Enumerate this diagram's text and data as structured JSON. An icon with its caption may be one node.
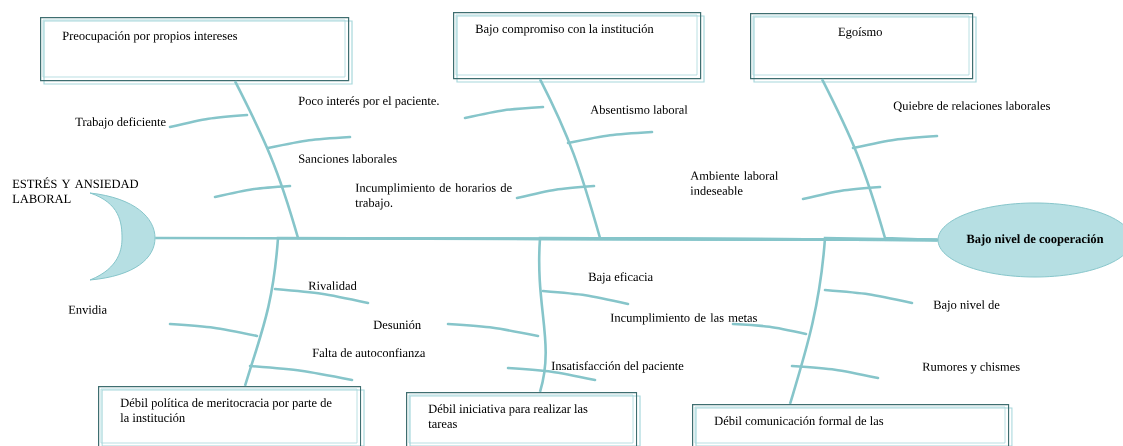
{
  "diagram": {
    "nodes": [
      {
        "text": [
          "Preocupación por propios intereses"
        ]
      },
      {
        "text": [
          "Bajo compromiso con la institución"
        ]
      },
      {
        "text": [
          "Egoísmo"
        ]
      },
      {
        "text": [],
        "shape": "crescent",
        "beside": [
          "ESTRÉS Y ANSIEDAD LABORAL"
        ]
      },
      {
        "text": [
          "Bajo nivel de cooperación"
        ]
      },
      {
        "text": [
          "Débil política de meritocracia por parte de la institución"
        ]
      },
      {
        "text": [
          "Débil iniciativa para realizar las tareas"
        ]
      },
      {
        "text": [
          "Débil comunicación formal de las"
        ]
      }
    ],
    "edges": [
      {
        "from": 3,
        "to": 4,
        "arrow": "none"
      },
      {
        "from": 0,
        "to": 4,
        "arrow": "none"
      },
      {
        "from": 1,
        "to": 4,
        "arrow": "none"
      },
      {
        "from": 2,
        "to": 4,
        "arrow": "none"
      },
      {
        "from": 5,
        "to": 4,
        "arrow": "none"
      },
      {
        "from": 6,
        "to": 4,
        "arrow": "none"
      },
      {
        "from": 7,
        "to": 4,
        "arrow": "none"
      }
    ],
    "labels": [
      "Trabajo deficiente",
      "Poco interés por el paciente.",
      "Sanciones laborales",
      "Incumplimiento de horarios de trabajo.",
      "Absentismo laboral",
      "Ambiente laboral indeseable",
      "Quiebre de relaciones laborales",
      "Rivalidad",
      "Envidia",
      "Desunión",
      "Falta de autoconfianza",
      "Baja eficacia",
      "Incumplimiento de las metas",
      "Insatisfacción del paciente",
      "Bajo nivel de",
      "Rumores y chismes"
    ]
  }
}
